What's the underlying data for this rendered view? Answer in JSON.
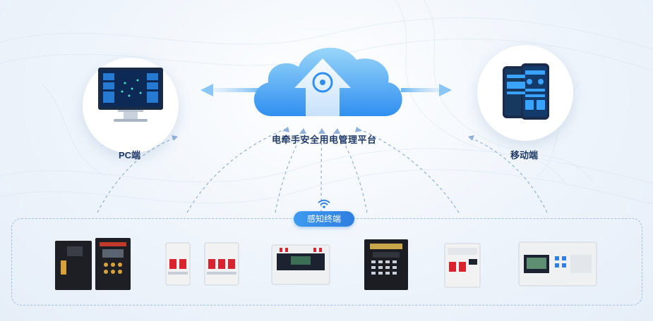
{
  "diagram": {
    "platform_label": "电牵手安全用电管理平台",
    "pc_label": "PC端",
    "mobile_label": "移动端",
    "terminal_label": "感知终端"
  },
  "colors": {
    "accent": "#2f7fe0",
    "cloud_light": "#8fcdf7",
    "cloud_dark": "#2f8ff0",
    "dash": "#7ba3d4",
    "text": "#1f3a66"
  },
  "icons": [
    "cloud-icon",
    "monitor-icon",
    "phone-icon",
    "wifi-icon",
    "device-icons"
  ]
}
